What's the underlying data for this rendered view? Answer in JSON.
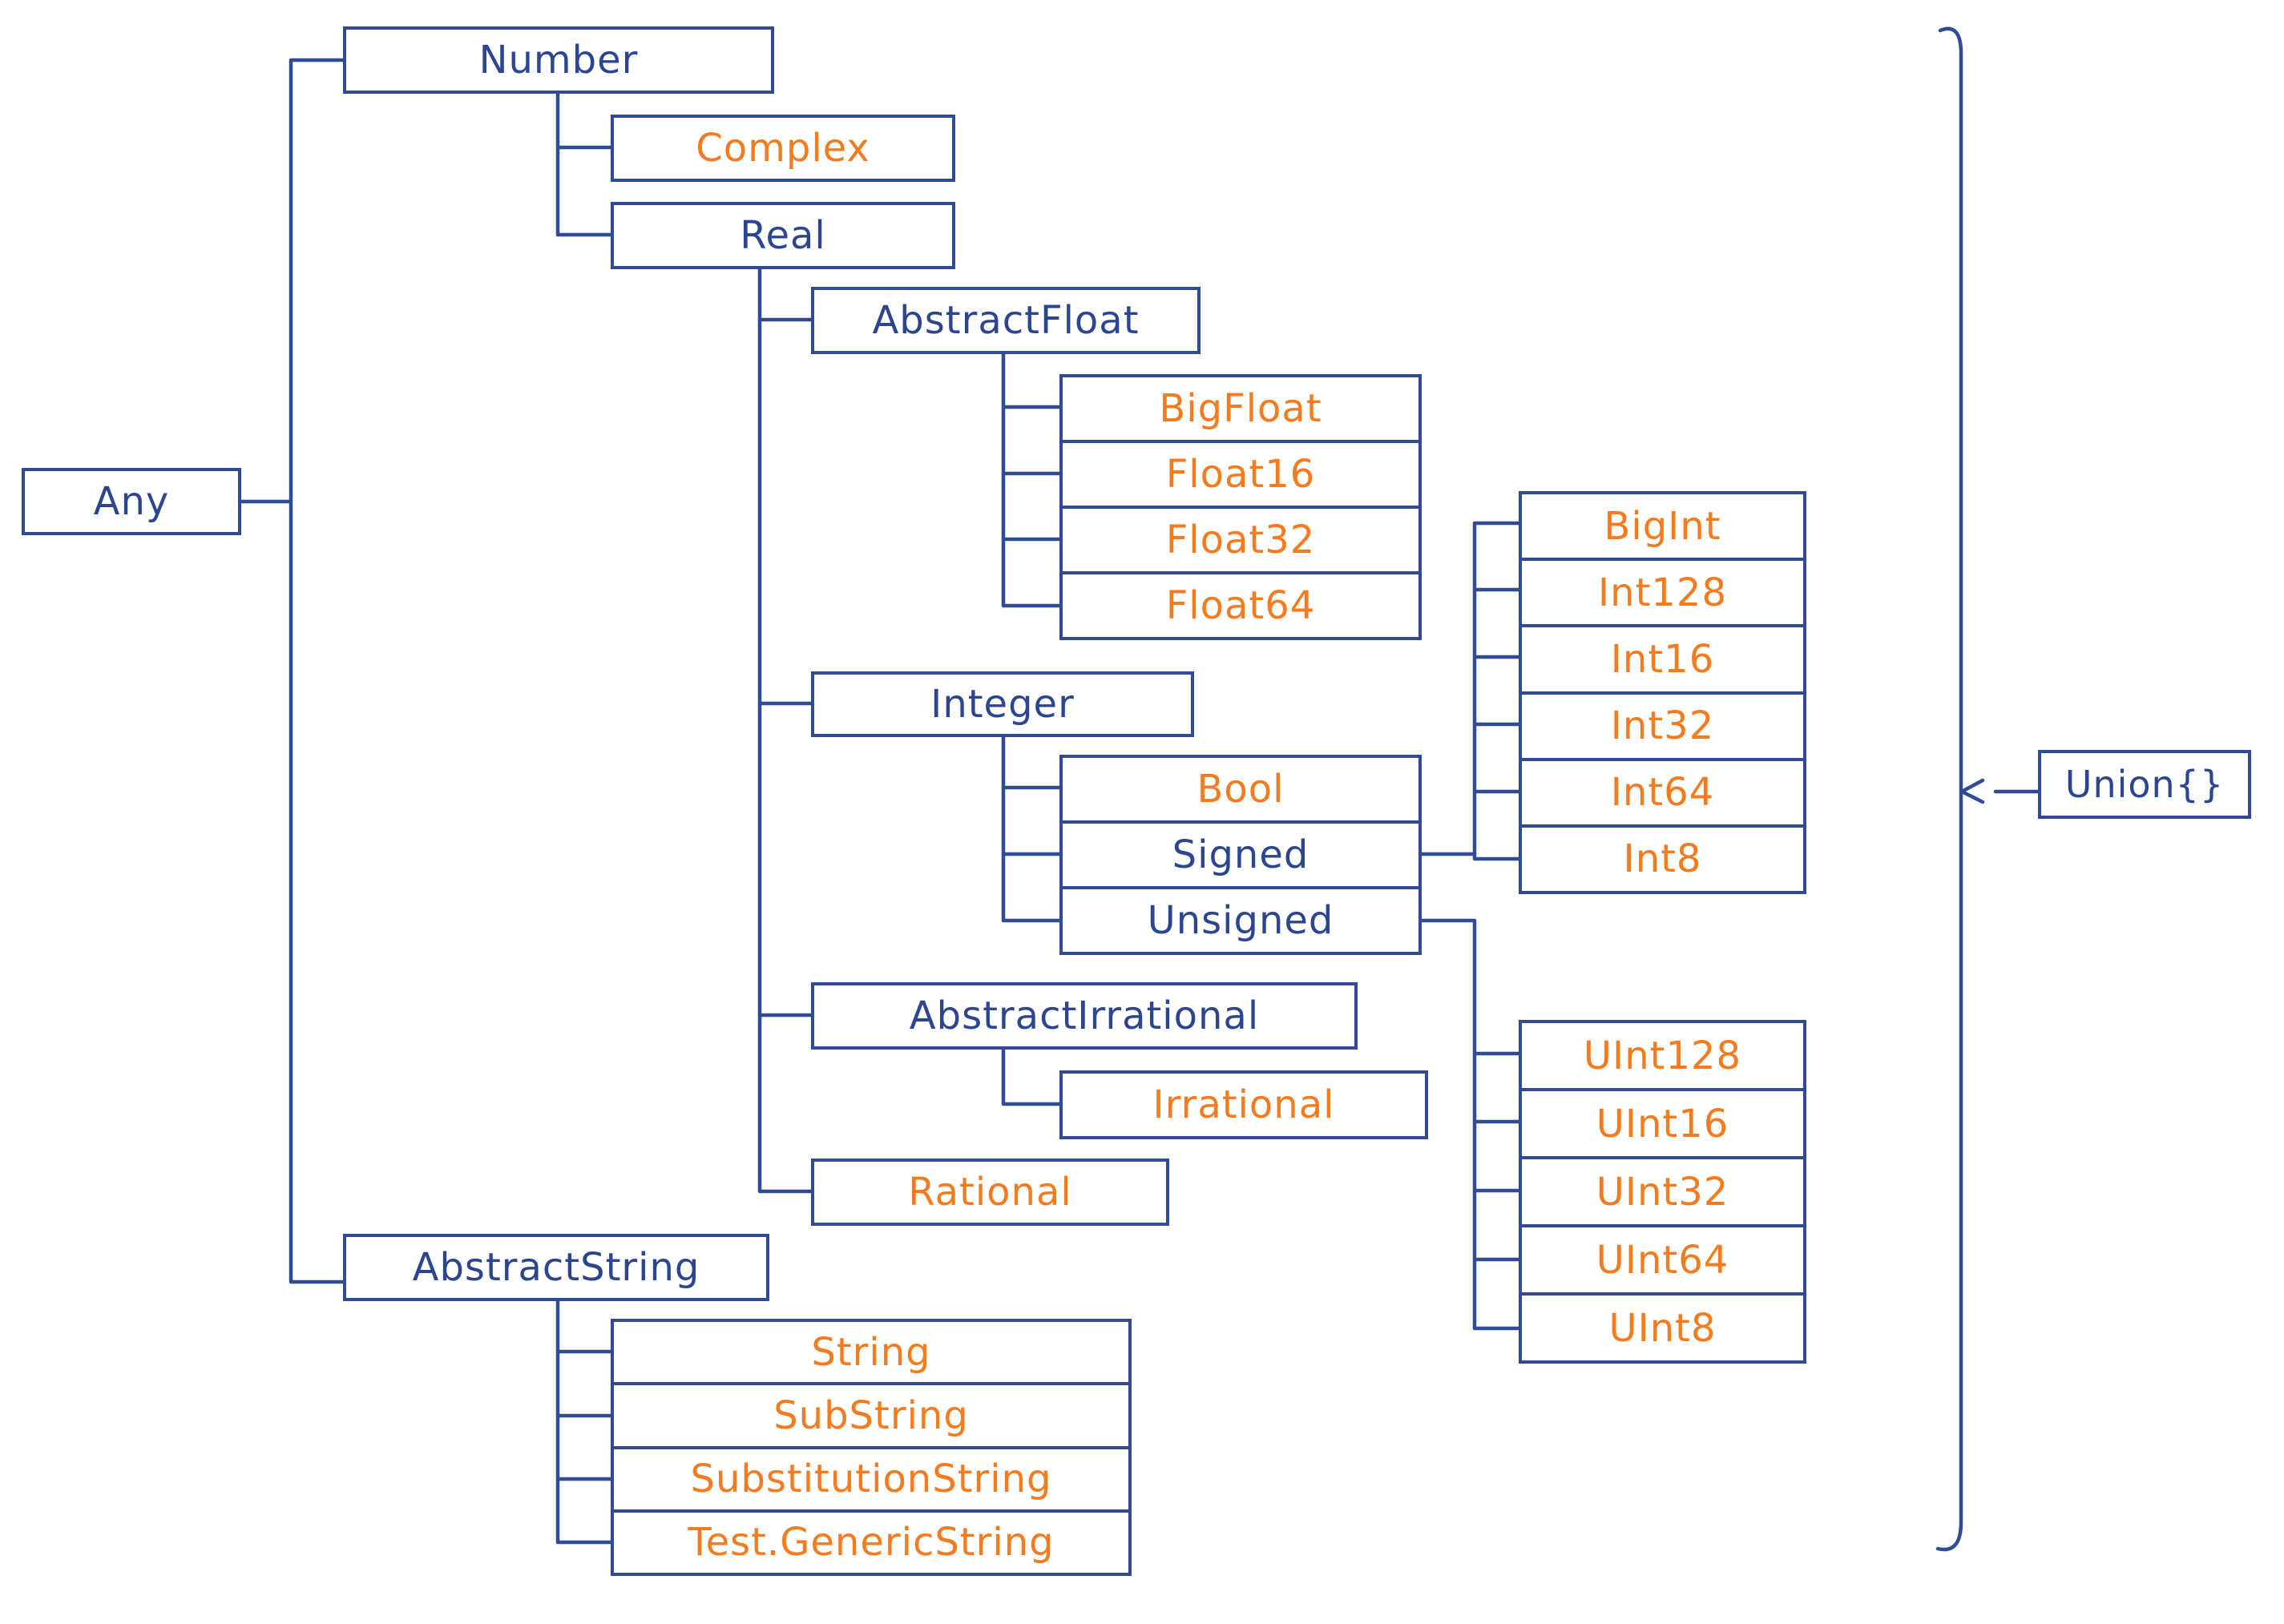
{
  "diagram": {
    "background": "#ffffff",
    "colors": {
      "line": "#2e4b94",
      "abstract_text": "#2b4590",
      "concrete_text": "#f57b1e"
    },
    "nodes": {
      "any": {
        "label": "Any",
        "kind": "abstract"
      },
      "number": {
        "label": "Number",
        "kind": "abstract"
      },
      "complex": {
        "label": "Complex",
        "kind": "concrete"
      },
      "real": {
        "label": "Real",
        "kind": "abstract"
      },
      "abstractfloat": {
        "label": "AbstractFloat",
        "kind": "abstract"
      },
      "bigfloat": {
        "label": "BigFloat",
        "kind": "concrete"
      },
      "float16": {
        "label": "Float16",
        "kind": "concrete"
      },
      "float32": {
        "label": "Float32",
        "kind": "concrete"
      },
      "float64": {
        "label": "Float64",
        "kind": "concrete"
      },
      "integer": {
        "label": "Integer",
        "kind": "abstract"
      },
      "bool": {
        "label": "Bool",
        "kind": "concrete"
      },
      "signed": {
        "label": "Signed",
        "kind": "abstract"
      },
      "unsigned": {
        "label": "Unsigned",
        "kind": "abstract"
      },
      "bigint": {
        "label": "BigInt",
        "kind": "concrete"
      },
      "int128": {
        "label": "Int128",
        "kind": "concrete"
      },
      "int16": {
        "label": "Int16",
        "kind": "concrete"
      },
      "int32": {
        "label": "Int32",
        "kind": "concrete"
      },
      "int64": {
        "label": "Int64",
        "kind": "concrete"
      },
      "int8": {
        "label": "Int8",
        "kind": "concrete"
      },
      "abstractirrational": {
        "label": "AbstractIrrational",
        "kind": "abstract"
      },
      "irrational": {
        "label": "Irrational",
        "kind": "concrete"
      },
      "rational": {
        "label": "Rational",
        "kind": "concrete"
      },
      "abstractstring": {
        "label": "AbstractString",
        "kind": "abstract"
      },
      "string": {
        "label": "String",
        "kind": "concrete"
      },
      "substring": {
        "label": "SubString",
        "kind": "concrete"
      },
      "substitutionstring": {
        "label": "SubstitutionString",
        "kind": "concrete"
      },
      "test_genericstring": {
        "label": "Test.GenericString",
        "kind": "concrete"
      },
      "uint128": {
        "label": "UInt128",
        "kind": "concrete"
      },
      "uint16": {
        "label": "UInt16",
        "kind": "concrete"
      },
      "uint32": {
        "label": "UInt32",
        "kind": "concrete"
      },
      "uint64": {
        "label": "UInt64",
        "kind": "concrete"
      },
      "uint8": {
        "label": "UInt8",
        "kind": "concrete"
      },
      "union": {
        "label": "Union{}",
        "kind": "abstract"
      }
    },
    "hierarchy": {
      "Any": [
        "Number",
        "AbstractString"
      ],
      "Number": [
        "Complex",
        "Real"
      ],
      "Real": [
        "AbstractFloat",
        "Integer",
        "AbstractIrrational",
        "Rational"
      ],
      "AbstractFloat": [
        "BigFloat",
        "Float16",
        "Float32",
        "Float64"
      ],
      "Integer": [
        "Bool",
        "Signed",
        "Unsigned"
      ],
      "Signed": [
        "BigInt",
        "Int128",
        "Int16",
        "Int32",
        "Int64",
        "Int8"
      ],
      "Unsigned": [
        "UInt128",
        "UInt16",
        "UInt32",
        "UInt64",
        "UInt8"
      ],
      "AbstractIrrational": [
        "Irrational"
      ],
      "AbstractString": [
        "String",
        "SubString",
        "SubstitutionString",
        "Test.GenericString"
      ]
    }
  }
}
